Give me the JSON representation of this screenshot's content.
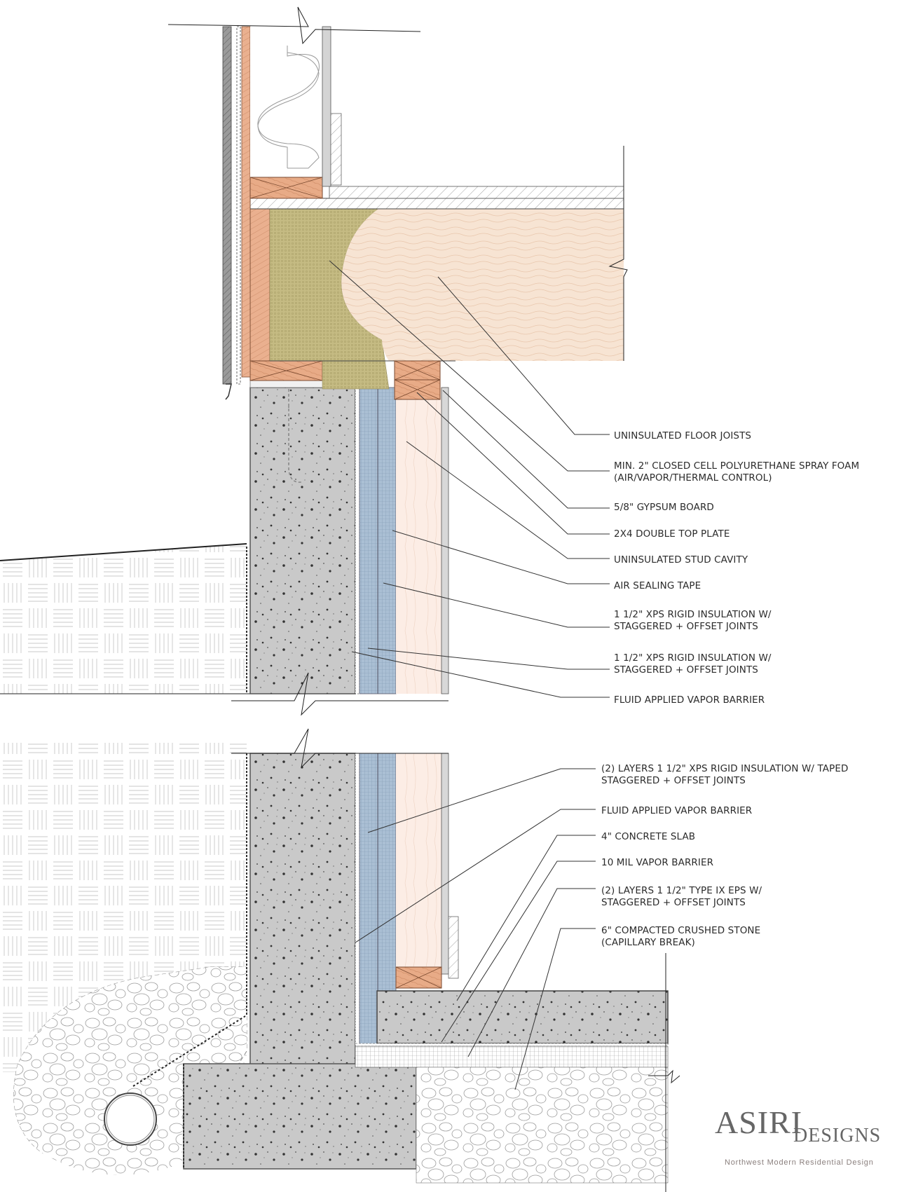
{
  "title": "Foundation wall / rim joist section detail",
  "colors": {
    "concrete": "#c9c9c9",
    "xps": "#a9bed3",
    "spray_foam": "#c3ba82",
    "joist": "#f6e3d3",
    "stud_cavity": "#fbece4",
    "lumber": "#e7aa85",
    "siding": "#8d8d8d",
    "leader_line": "#333333"
  },
  "labels": {
    "upper": [
      {
        "id": "floor-joists",
        "lines": [
          "UNINSULATED FLOOR JOISTS"
        ]
      },
      {
        "id": "spray-foam",
        "lines": [
          "MIN.   2\" CLOSED CELL POLYURETHANE SPRAY FOAM",
          "(AIR/VAPOR/THERMAL CONTROL)"
        ]
      },
      {
        "id": "gypsum",
        "lines": [
          "5/8\" GYPSUM BOARD"
        ]
      },
      {
        "id": "top-plate",
        "lines": [
          "2X4 DOUBLE TOP PLATE"
        ]
      },
      {
        "id": "stud-cavity",
        "lines": [
          "UNINSULATED STUD CAVITY"
        ]
      },
      {
        "id": "air-tape",
        "lines": [
          "AIR SEALING TAPE"
        ]
      },
      {
        "id": "xps-1",
        "lines": [
          "1 1/2\" XPS RIGID INSULATION W/",
          "STAGGERED + OFFSET JOINTS"
        ]
      },
      {
        "id": "xps-2",
        "lines": [
          "1 1/2\" XPS RIGID INSULATION W/",
          "STAGGERED + OFFSET JOINTS"
        ]
      },
      {
        "id": "fluid-barrier-1",
        "lines": [
          "FLUID APPLIED VAPOR BARRIER"
        ]
      }
    ],
    "lower": [
      {
        "id": "xps-layers",
        "lines": [
          "(2) LAYERS 1 1/2\" XPS RIGID INSULATION W/ TAPED",
          "STAGGERED + OFFSET JOINTS"
        ]
      },
      {
        "id": "fluid-barrier-2",
        "lines": [
          "FLUID APPLIED VAPOR BARRIER"
        ]
      },
      {
        "id": "slab",
        "lines": [
          "4\" CONCRETE SLAB"
        ]
      },
      {
        "id": "vapor-barrier",
        "lines": [
          "10 MIL VAPOR BARRIER"
        ]
      },
      {
        "id": "eps",
        "lines": [
          "(2) LAYERS 1 1/2\" TYPE IX EPS W/",
          "STAGGERED + OFFSET JOINTS"
        ]
      },
      {
        "id": "crushed-stone",
        "lines": [
          "6\" COMPACTED CRUSHED STONE",
          "(CAPILLARY BREAK)"
        ]
      }
    ]
  },
  "logo": {
    "main": "ASIRI",
    "sub": "DESIGNS",
    "tagline": "Northwest  Modern  Residential  Design"
  }
}
